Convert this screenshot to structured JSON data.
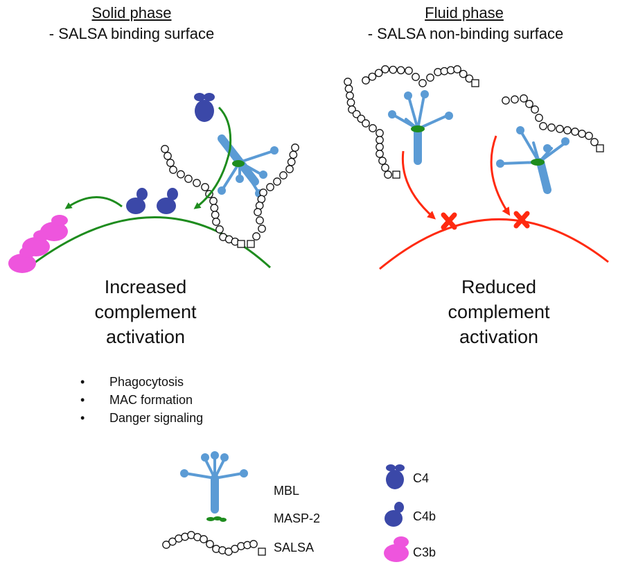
{
  "left_panel": {
    "title": "Solid phase",
    "subtitle": "- SALSA binding surface",
    "outcome_lines": [
      "Increased",
      "complement",
      "activation"
    ],
    "bullets": [
      "Phagocytosis",
      "MAC formation",
      "Danger signaling"
    ],
    "bullet_glyph": "•"
  },
  "right_panel": {
    "title": "Fluid phase",
    "subtitle": "- SALSA non-binding surface",
    "outcome_lines": [
      "Reduced",
      "complement",
      "activation"
    ]
  },
  "legend": {
    "mbl": "MBL",
    "masp2": "MASP-2",
    "salsa": "SALSA",
    "c4": "C4",
    "c4b": "C4b",
    "c3b": "C3b"
  },
  "colors": {
    "green": "#1e8c1e",
    "red": "#ff2a10",
    "mbl_blue": "#5b9bd5",
    "c4_blue": "#3b48a8",
    "c3b_pink": "#ee55dd"
  }
}
